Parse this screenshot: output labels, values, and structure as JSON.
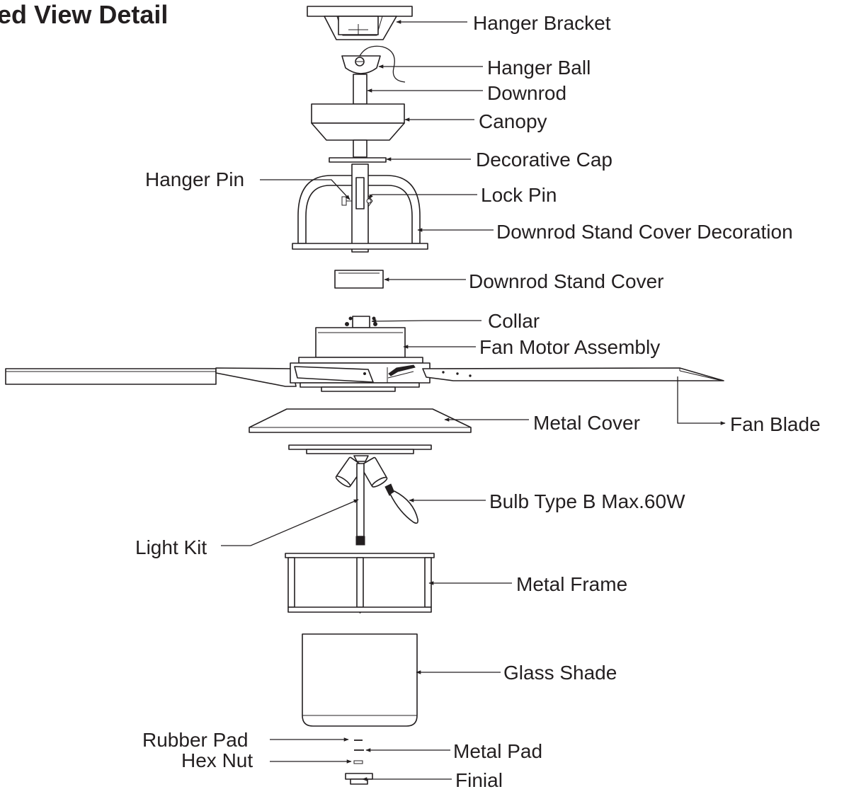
{
  "title": "ed View Detail",
  "labels": {
    "hanger_bracket": "Hanger Bracket",
    "hanger_ball": "Hanger Ball",
    "downrod": "Downrod",
    "canopy": "Canopy",
    "decorative_cap": "Decorative Cap",
    "hanger_pin": "Hanger Pin",
    "lock_pin": "Lock Pin",
    "downrod_stand_cover_decoration": "Downrod Stand Cover Decoration",
    "downrod_stand_cover": "Downrod Stand Cover",
    "collar": "Collar",
    "fan_motor_assembly": "Fan Motor Assembly",
    "metal_cover": "Metal Cover",
    "fan_blade": "Fan Blade",
    "bulb": "Bulb Type B Max.60W",
    "light_kit": "Light Kit",
    "metal_frame": "Metal Frame",
    "glass_shade": "Glass Shade",
    "rubber_pad": "Rubber Pad",
    "metal_pad": "Metal Pad",
    "hex_nut": "Hex Nut",
    "finial": "Finial"
  }
}
